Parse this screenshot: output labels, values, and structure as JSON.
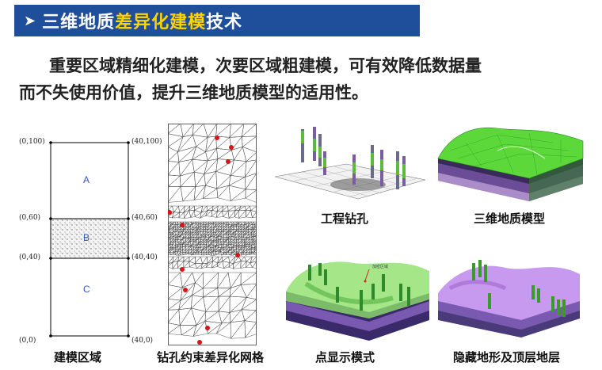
{
  "header": {
    "title_prefix": "三维地质",
    "title_highlight": "差异化建模",
    "title_suffix": "技术",
    "colors": {
      "banner_bg": "#1f4e9a",
      "highlight": "#ffd400"
    }
  },
  "paragraph": {
    "line1": "重要区域精细化建模，次要区域粗建模，可有效降低数据量",
    "line2": "而不失使用价值，提升三维地质模型的适用性。"
  },
  "region_diagram": {
    "coords_left": [
      "(0,100)",
      "(0,60)",
      "(0,40)",
      "(0,0)"
    ],
    "coords_right": [
      "(40,100)",
      "(40,60)",
      "(40,40)",
      "(40,0)"
    ],
    "regions": [
      "A",
      "B",
      "C"
    ],
    "caption": "建模区域"
  },
  "mesh": {
    "caption": "钻孔约束差异化网格"
  },
  "panels": {
    "drill": {
      "caption": "工程钻孔"
    },
    "model3d": {
      "caption": "三维地质模型"
    },
    "point_mode": {
      "caption": "点显示模式",
      "annotation": "加密区域"
    },
    "hidden": {
      "caption": "隐藏地形及顶层地层"
    }
  }
}
